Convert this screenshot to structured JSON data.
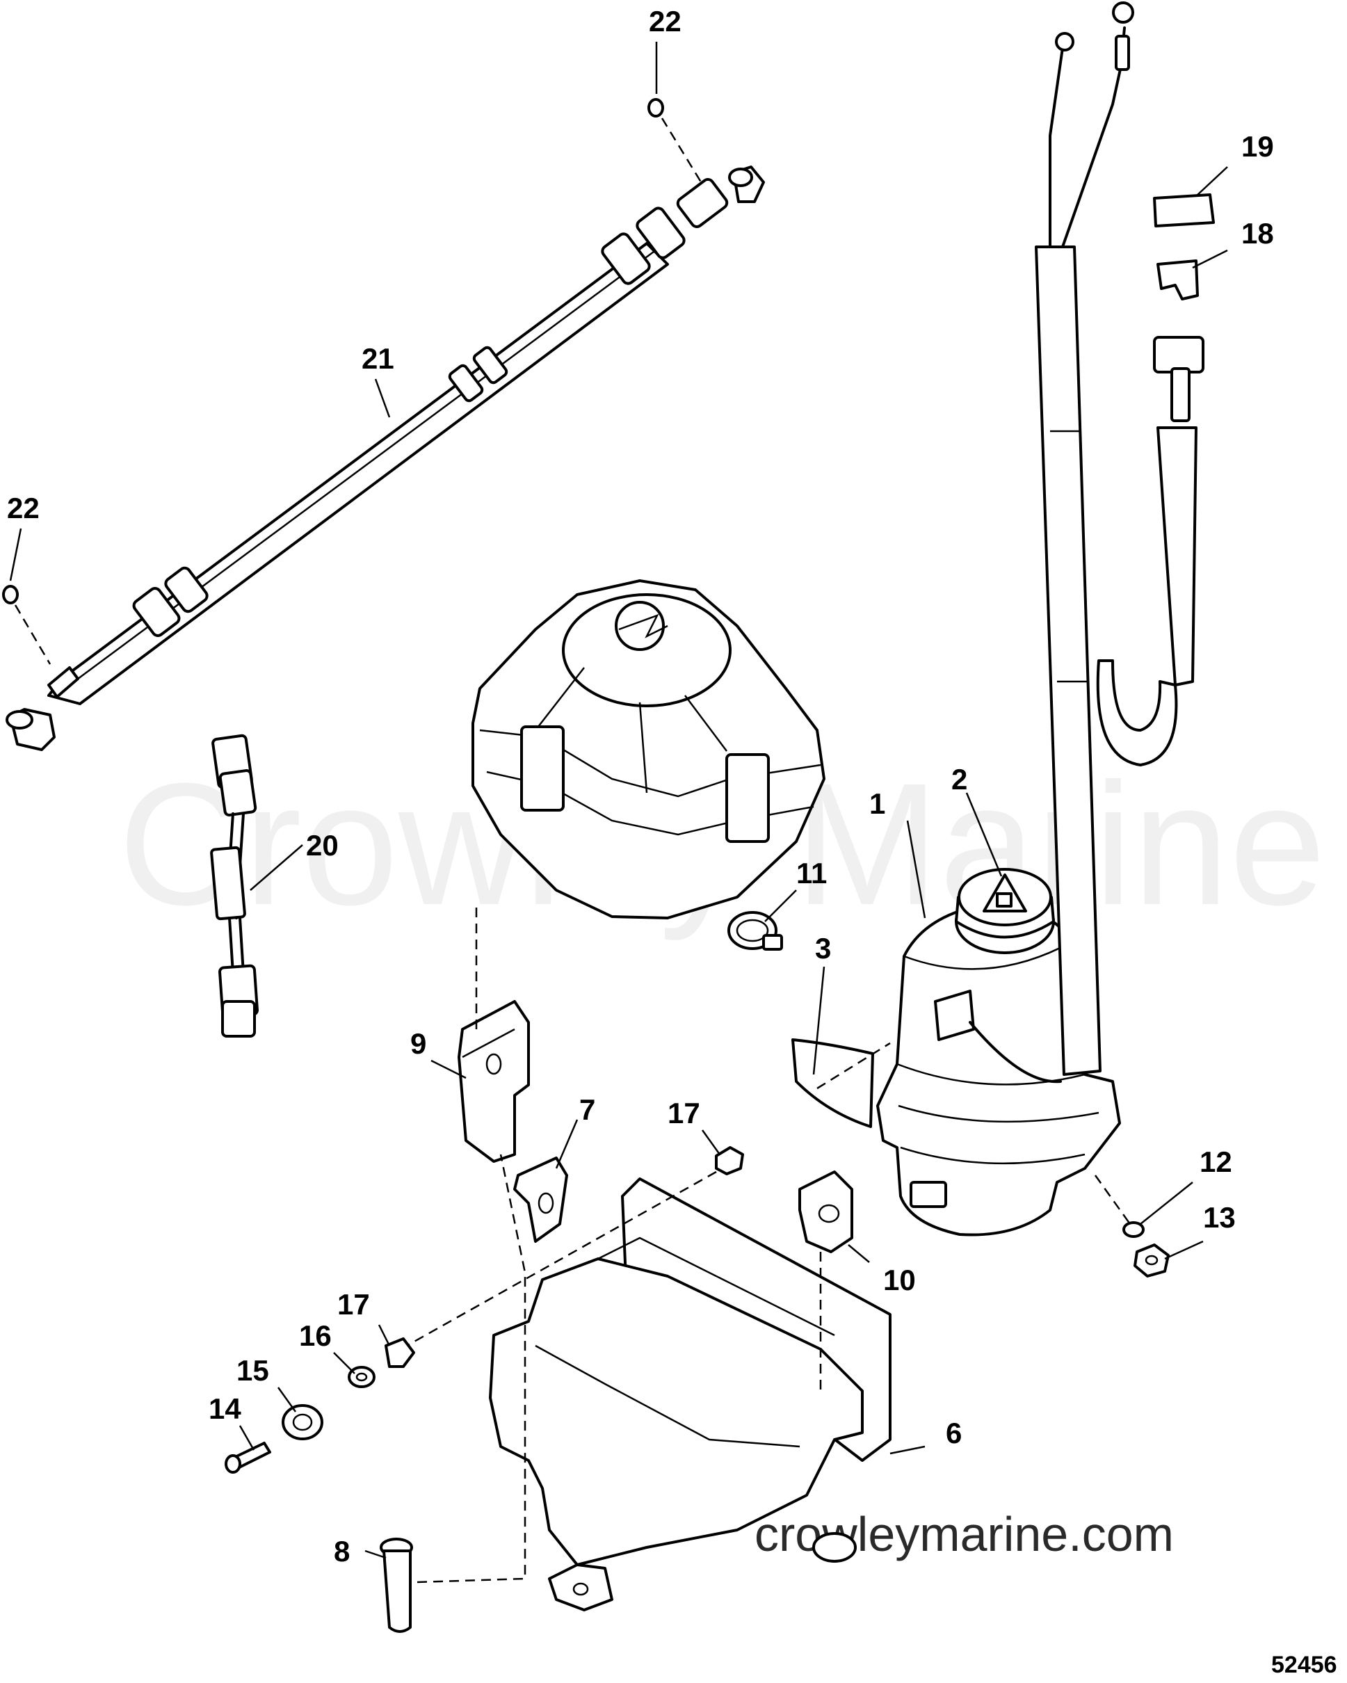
{
  "diagram": {
    "figure_number": "52456",
    "watermark_large": "Crowley Marine",
    "watermark_url": "crowleymarine.com",
    "callouts": [
      {
        "id": "c1",
        "label": "1"
      },
      {
        "id": "c2",
        "label": "2"
      },
      {
        "id": "c3",
        "label": "3"
      },
      {
        "id": "c6",
        "label": "6"
      },
      {
        "id": "c7",
        "label": "7"
      },
      {
        "id": "c8",
        "label": "8"
      },
      {
        "id": "c9",
        "label": "9"
      },
      {
        "id": "c10",
        "label": "10"
      },
      {
        "id": "c11",
        "label": "11"
      },
      {
        "id": "c12",
        "label": "12"
      },
      {
        "id": "c13",
        "label": "13"
      },
      {
        "id": "c14",
        "label": "14"
      },
      {
        "id": "c15",
        "label": "15"
      },
      {
        "id": "c16",
        "label": "16"
      },
      {
        "id": "c17a",
        "label": "17"
      },
      {
        "id": "c17b",
        "label": "17"
      },
      {
        "id": "c18",
        "label": "18"
      },
      {
        "id": "c19",
        "label": "19"
      },
      {
        "id": "c20",
        "label": "20"
      },
      {
        "id": "c21",
        "label": "21"
      },
      {
        "id": "c22a",
        "label": "22"
      },
      {
        "id": "c22b",
        "label": "22"
      }
    ]
  }
}
